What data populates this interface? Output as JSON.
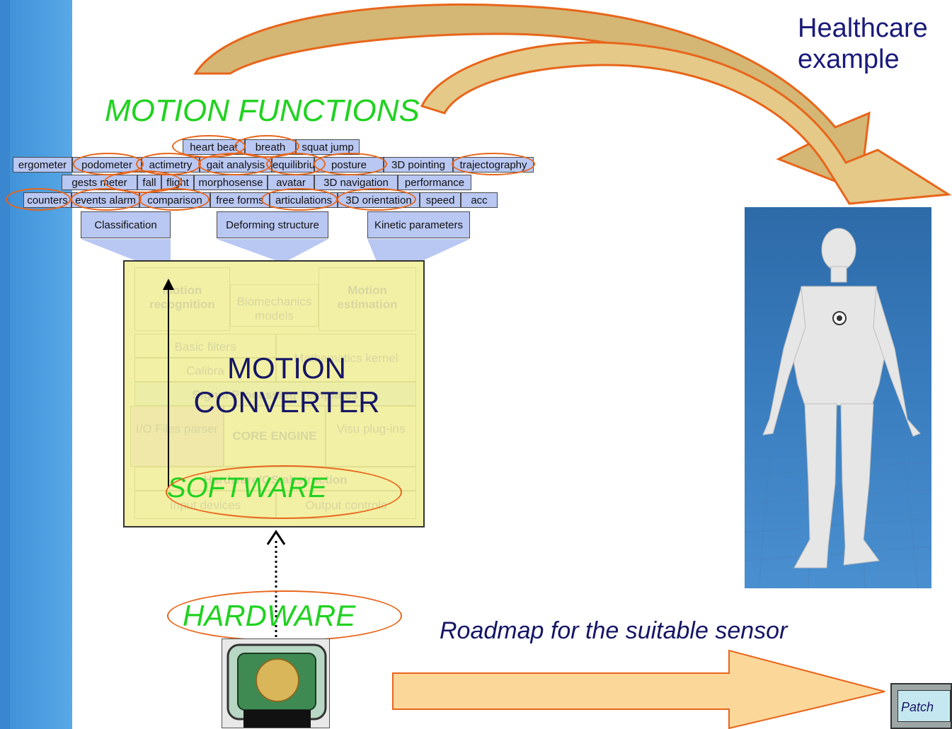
{
  "header": {
    "title": "MOTION FUNCTIONS",
    "healthcare_line1": "Healthcare",
    "healthcare_line2": "example"
  },
  "functions": {
    "row1": [
      "heart beat",
      "breath",
      "squat jump"
    ],
    "row2": [
      "ergometer",
      "podometer",
      "actimetry",
      "gait analysis",
      "equilibrium",
      "posture",
      "3D pointing",
      "trajectography"
    ],
    "row3": [
      "gests meter",
      "fall",
      "flight",
      "morphosense",
      "avatar",
      "3D navigation",
      "performance"
    ],
    "row4": [
      "counters",
      "events alarm",
      "comparison",
      "free forms",
      "articulations",
      "3D orientation",
      "speed",
      "acc"
    ],
    "categories": [
      "Classification",
      "Deforming structure",
      "Kinetic parameters"
    ]
  },
  "engine": {
    "motion_recognition": "Motion recognition",
    "biomechanics": "Biomechanics models",
    "motion_estimation": "Motion estimation",
    "basic_filters": "Basic filters",
    "math_kernel": "Mathematics kernel",
    "calibration": "Calibra",
    "signal_templates": "Signal Processing Templates",
    "io_files": "I/O Files parser",
    "core_engine": "CORE ENGINE",
    "visu": "Visu plug-ins",
    "hardware_abstraction": "Hardware/OS abstraction",
    "input_devices": "Input devices",
    "output_controls": "Output controls",
    "converter_line1": "MOTION",
    "converter_line2": "CONVERTER",
    "software": "SOFTWARE"
  },
  "bottom": {
    "hardware": "HARDWARE",
    "roadmap": "Roadmap for the suitable sensor",
    "patch": "Patch"
  },
  "colors": {
    "sidebar": "#4b9ee0",
    "green": "#1fd21f",
    "navy": "#151566",
    "chip": "#b9c7f3",
    "ring": "#e8651a",
    "arrow_fill": "#fcd79a",
    "engine": "#f2f0a4"
  }
}
